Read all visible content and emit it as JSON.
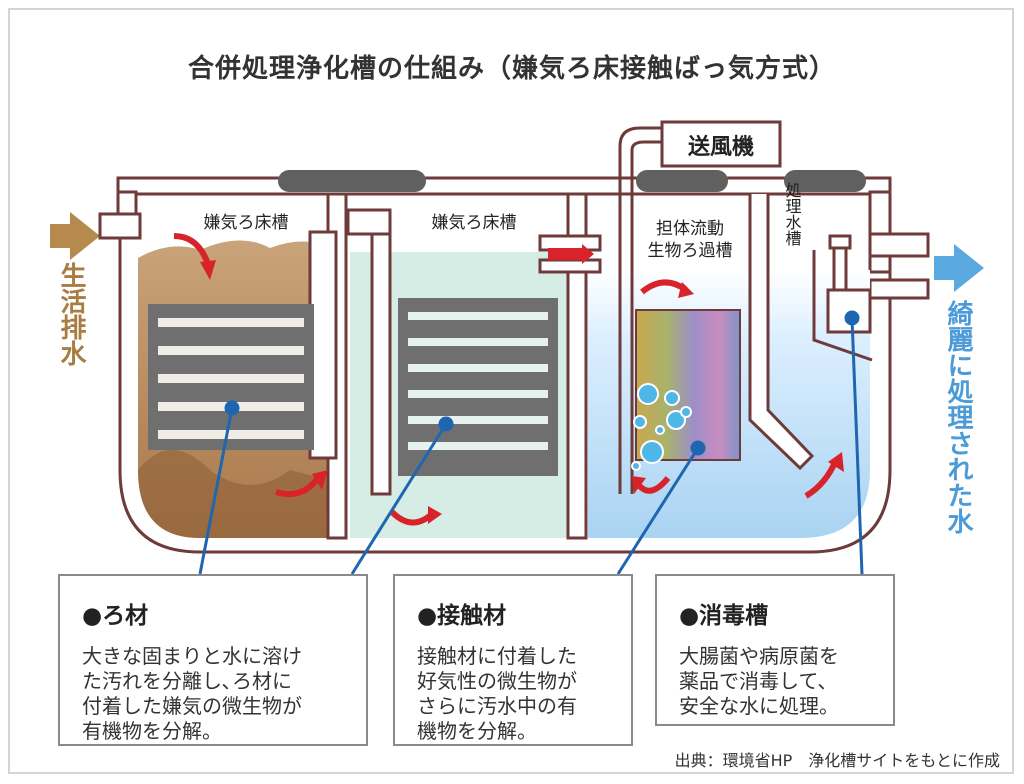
{
  "title": "合併処理浄化槽の仕組み（嫌気ろ床接触ばっ気方式）",
  "labels": {
    "blower": "送風機",
    "tank1": "嫌気ろ床槽",
    "tank2": "嫌気ろ床槽",
    "tank3_line1": "担体流動",
    "tank3_line2": "生物ろ過槽",
    "tank4": "処理水槽",
    "inflow": "生活排水",
    "outflow": "綺麗に処理された水"
  },
  "boxes": {
    "filter": {
      "title": "●ろ材",
      "body": "大きな固まりと水に溶け\nた汚れを分離し､ろ材に\n付着した嫌気の微生物が\n有機物を分解。"
    },
    "contact": {
      "title": "●接触材",
      "body": "接触材に付着した\n好気性の微生物が\nさらに汚水中の有\n機物を分解。"
    },
    "disinfect": {
      "title": "●消毒槽",
      "body": "大腸菌や病原菌を\n薬品で消毒して、\n安全な水に処理。"
    }
  },
  "source": "出典：環境省HP　浄化槽サイトをもとに作成",
  "colors": {
    "outline": "#6e3a3a",
    "sludge": "#b88a5a",
    "water_green": "#d6ede6",
    "water_blue": "#cfe6f6",
    "arrow_red": "#d8232a",
    "inflow_brown": "#b58a4c",
    "outflow_blue": "#5aa9df",
    "media_gray": "#6f6f6f",
    "leader_blue": "#1f66b1"
  },
  "icons": [
    "inflow-arrow-icon",
    "outflow-arrow-icon",
    "flow-arrow-icon",
    "bubble-icon"
  ]
}
